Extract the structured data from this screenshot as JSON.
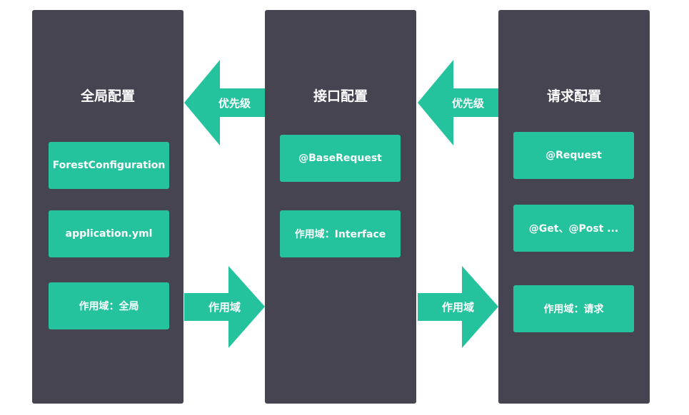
{
  "colors": {
    "panel": "#474452",
    "accent": "#24c39d",
    "text": "#ffffff"
  },
  "columns": [
    {
      "title": "全局配置",
      "boxes": [
        "ForestConfiguration",
        "application.yml",
        "作用域：全局"
      ]
    },
    {
      "title": "接口配置",
      "boxes": [
        "@BaseRequest",
        "作用域：Interface"
      ]
    },
    {
      "title": "请求配置",
      "boxes": [
        "@Request",
        "@Get、@Post ...",
        "作用域：请求"
      ]
    }
  ],
  "arrows": {
    "priority_label": "优先级",
    "scope_label": "作用域"
  }
}
